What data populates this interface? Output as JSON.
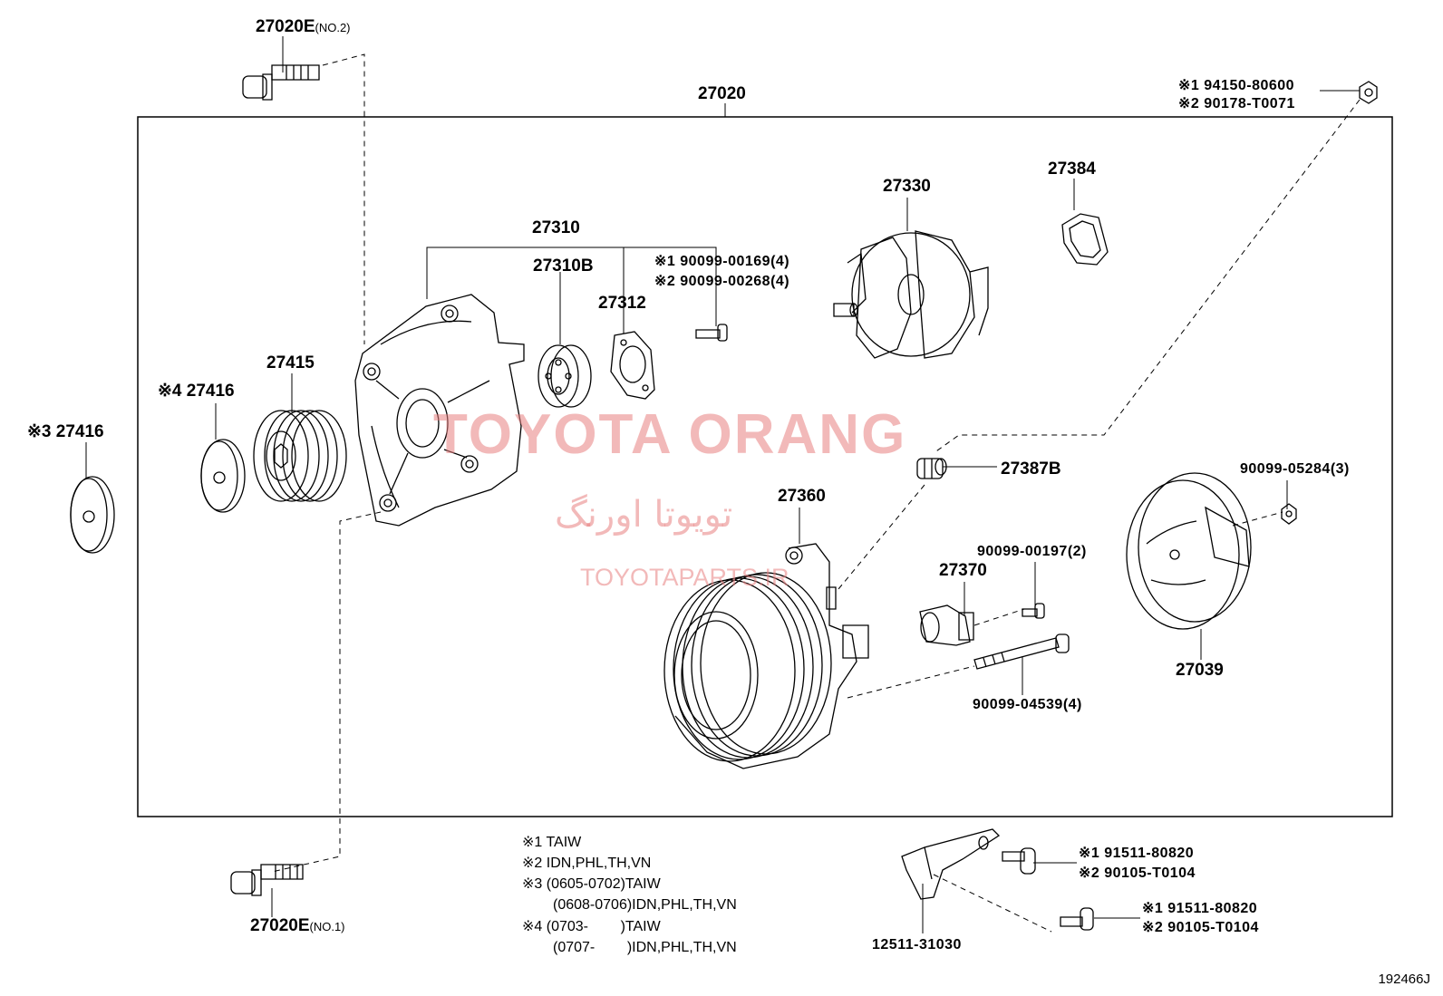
{
  "labels": {
    "bolt_no2": "27020E",
    "bolt_no2_suffix": "(NO.2)",
    "assembly": "27020",
    "screw_r1": "※1 94150-80600",
    "screw_r2": "※2 90178-T0071",
    "frame": "27310",
    "frame_b": "27310B",
    "retainer": "27312",
    "screw_a1": "※1 90099-00169(4)",
    "screw_a2": "※2 90099-00268(4)",
    "rotor": "27330",
    "collar": "27384",
    "pulley": "27415",
    "washer_inner": "※4 27416",
    "washer_outer": "※3 27416",
    "stator": "27360",
    "terminal": "27387B",
    "nut": "90099-05284(3)",
    "regulator_screw": "90099-00197(2)",
    "regulator": "27370",
    "cover": "27039",
    "through_bolt": "90099-04539(4)",
    "bolt_no1": "27020E",
    "bolt_no1_suffix": "(NO.1)",
    "bracket": "12511-31030",
    "br_bolt_a1": "※1 91511-80820",
    "br_bolt_a2": "※2 90105-T0104",
    "br_bolt_b1": "※1 91511-80820",
    "br_bolt_b2": "※2 90105-T0104"
  },
  "notes": [
    "※1 TAIW",
    "※2 IDN,PHL,TH,VN",
    "※3 (0605-0702)TAIW",
    "(0608-0706)IDN,PHL,TH,VN",
    "※4 (0703-        )TAIW",
    "(0707-        )IDN,PHL,TH,VN"
  ],
  "watermark": {
    "title": "TOYOTA ORANG",
    "persian": "تویوتا اورنگ",
    "site": "TOYOTAPARTS.IR"
  },
  "diagram_code": "192466J"
}
